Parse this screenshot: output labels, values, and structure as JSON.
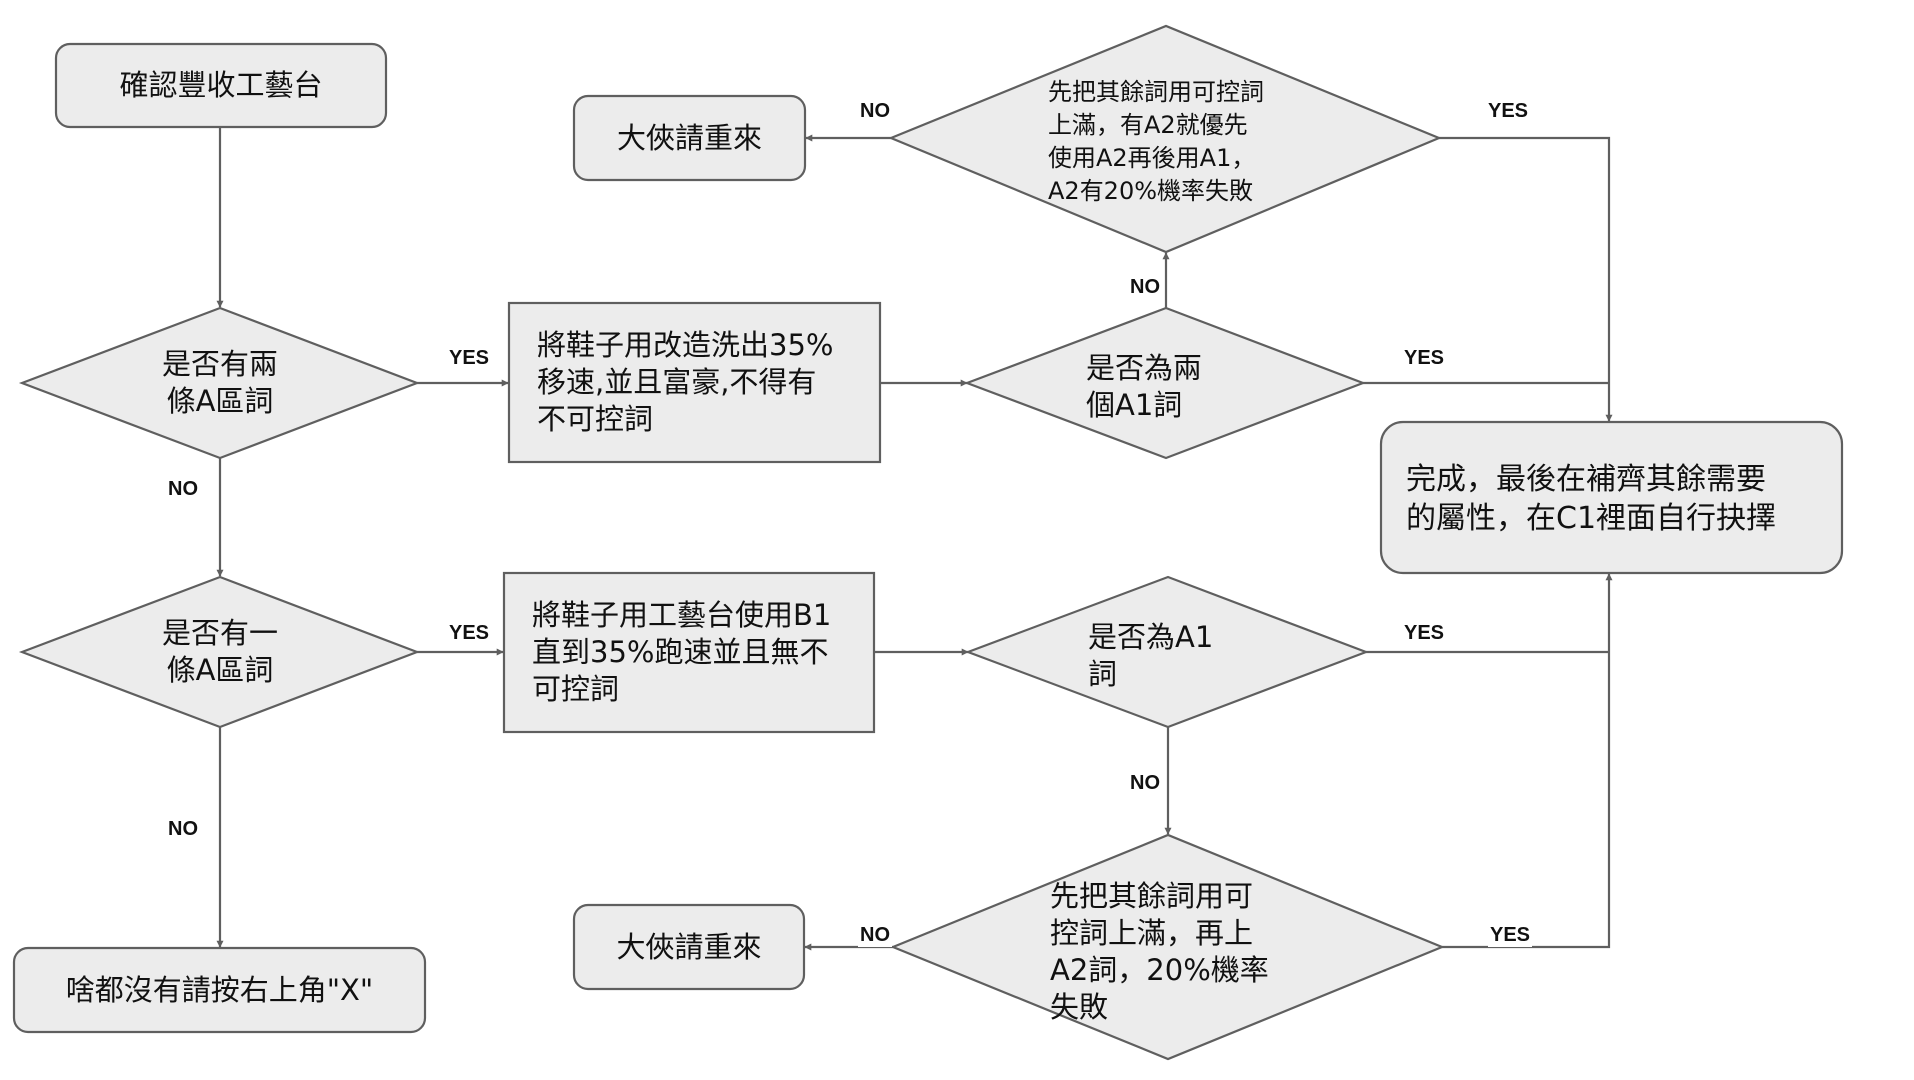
{
  "diagram": {
    "colors": {
      "node_fill": "#ececec",
      "stroke": "#5f5f5f",
      "text": "#111111",
      "background": "#ffffff"
    },
    "nodes": {
      "start": {
        "type": "terminal",
        "text": "確認豐收工藝台"
      },
      "q_two_a": {
        "type": "decision",
        "text": "是否有兩\n條A區詞"
      },
      "q_one_a": {
        "type": "decision",
        "text": "是否有一\n條A區詞"
      },
      "end_nothing": {
        "type": "terminal",
        "text": "啥都沒有請按右上角\"X\""
      },
      "proc_reforge": {
        "type": "process",
        "text": "將鞋子用改造洗出35%\n移速,並且富豪,不得有\n不可控詞"
      },
      "proc_b1": {
        "type": "process",
        "text": "將鞋子用工藝台使用B1\n直到35%跑速並且無不\n可控詞"
      },
      "q_two_a1": {
        "type": "decision",
        "text": "是否為兩\n個A1詞"
      },
      "q_a1": {
        "type": "decision",
        "text": "是否為A1\n詞"
      },
      "fill_top": {
        "type": "decision",
        "text": "先把其餘詞用可控詞\n上滿，有A2就優先\n使用A2再後用A1，\nA2有20%機率失敗"
      },
      "fill_bottom": {
        "type": "decision",
        "text": "先把其餘詞用可\n控詞上滿，再上\nA2詞，20%機率\n失敗"
      },
      "retry_top": {
        "type": "terminal",
        "text": "大俠請重來"
      },
      "retry_bottom": {
        "type": "terminal",
        "text": "大俠請重來"
      },
      "done": {
        "type": "terminal",
        "text": "完成，最後在補齊其餘需要\n的屬性，在C1裡面自行抉擇"
      }
    },
    "edges": [
      {
        "from": "start",
        "to": "q_two_a",
        "label": ""
      },
      {
        "from": "q_two_a",
        "to": "proc_reforge",
        "label": "YES"
      },
      {
        "from": "q_two_a",
        "to": "q_one_a",
        "label": "NO"
      },
      {
        "from": "q_one_a",
        "to": "proc_b1",
        "label": "YES"
      },
      {
        "from": "q_one_a",
        "to": "end_nothing",
        "label": "NO"
      },
      {
        "from": "proc_reforge",
        "to": "q_two_a1",
        "label": ""
      },
      {
        "from": "q_two_a1",
        "to": "done",
        "label": "YES"
      },
      {
        "from": "q_two_a1",
        "to": "fill_top",
        "label": "NO"
      },
      {
        "from": "fill_top",
        "to": "done",
        "label": "YES"
      },
      {
        "from": "fill_top",
        "to": "retry_top",
        "label": "NO"
      },
      {
        "from": "proc_b1",
        "to": "q_a1",
        "label": ""
      },
      {
        "from": "q_a1",
        "to": "done",
        "label": "YES"
      },
      {
        "from": "q_a1",
        "to": "fill_bottom",
        "label": "NO"
      },
      {
        "from": "fill_bottom",
        "to": "done",
        "label": "YES"
      },
      {
        "from": "fill_bottom",
        "to": "retry_bottom",
        "label": "NO"
      }
    ]
  }
}
